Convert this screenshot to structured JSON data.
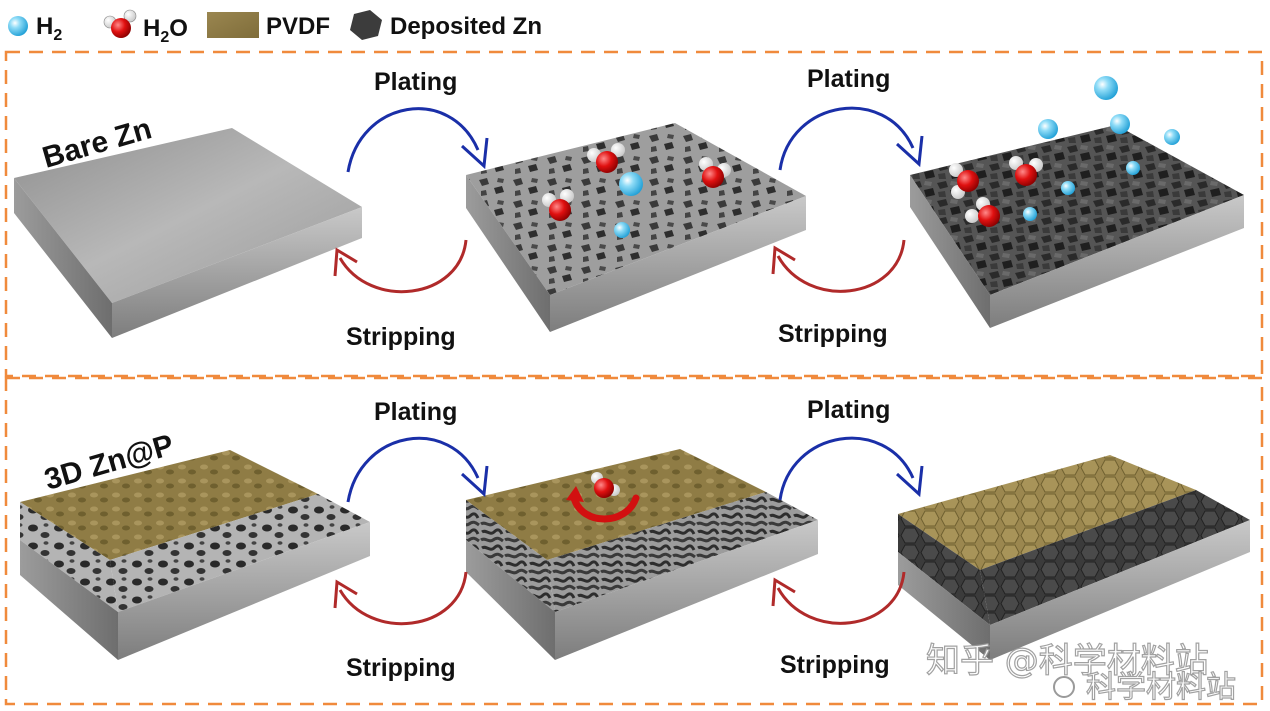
{
  "legend": {
    "h2_label": "H",
    "h2_sub": "2",
    "h2o_label_a": "H",
    "h2o_sub": "2",
    "h2o_label_b": "O",
    "pvdf_label": "PVDF",
    "zn_label": "Deposited Zn"
  },
  "panels": {
    "top": {
      "title": "Bare Zn",
      "plating_1": "Plating",
      "stripping_1": "Stripping",
      "plating_2": "Plating",
      "stripping_2": "Stripping"
    },
    "bottom": {
      "title": "3D Zn@P",
      "plating_1": "Plating",
      "stripping_1": "Stripping",
      "plating_2": "Plating",
      "stripping_2": "Stripping"
    }
  },
  "watermark": {
    "line1": "知乎 @科学材料站",
    "line2": "科学材料站"
  },
  "colors": {
    "border_dash": "#F08A3C",
    "plating_arrow": "#1A2FA8",
    "stripping_arrow": "#B02A2A",
    "pvdf": "#8C7A45",
    "zinc_plate": "#A8A8A8",
    "deposit": "#3A3A3A",
    "h2_bubble": "#4FC3F0",
    "oxygen": "#E01010"
  }
}
